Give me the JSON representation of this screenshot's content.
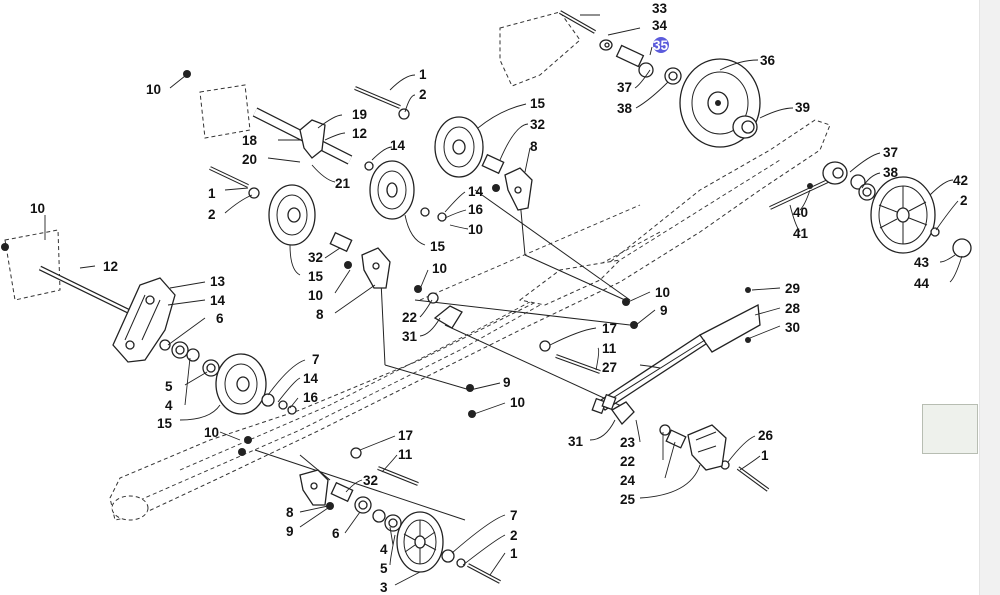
{
  "diagram": {
    "callouts": [
      {
        "id": "c33",
        "text": "33"
      },
      {
        "id": "c34",
        "text": "34"
      },
      {
        "id": "c35",
        "text": "35",
        "highlight": true
      },
      {
        "id": "c36",
        "text": "36"
      },
      {
        "id": "c37a",
        "text": "37"
      },
      {
        "id": "c38a",
        "text": "38"
      },
      {
        "id": "c10a",
        "text": "10"
      },
      {
        "id": "c1a",
        "text": "1"
      },
      {
        "id": "c2a",
        "text": "2"
      },
      {
        "id": "c19",
        "text": "19"
      },
      {
        "id": "c18",
        "text": "18"
      },
      {
        "id": "c12a",
        "text": "12"
      },
      {
        "id": "c20",
        "text": "20"
      },
      {
        "id": "c14a",
        "text": "14"
      },
      {
        "id": "c21",
        "text": "21"
      },
      {
        "id": "c15a",
        "text": "15"
      },
      {
        "id": "c32a",
        "text": "32"
      },
      {
        "id": "c8a",
        "text": "8"
      },
      {
        "id": "c39",
        "text": "39"
      },
      {
        "id": "c37b",
        "text": "37"
      },
      {
        "id": "c38b",
        "text": "38"
      },
      {
        "id": "c42",
        "text": "42"
      },
      {
        "id": "c2b",
        "text": "2"
      },
      {
        "id": "c40",
        "text": "40"
      },
      {
        "id": "c41",
        "text": "41"
      },
      {
        "id": "c43",
        "text": "43"
      },
      {
        "id": "c44",
        "text": "44"
      },
      {
        "id": "c1b",
        "text": "1"
      },
      {
        "id": "c2c",
        "text": "2"
      },
      {
        "id": "c14b",
        "text": "14"
      },
      {
        "id": "c16a",
        "text": "16"
      },
      {
        "id": "c10b",
        "text": "10"
      },
      {
        "id": "c15b",
        "text": "15"
      },
      {
        "id": "c32b",
        "text": "32"
      },
      {
        "id": "c15c",
        "text": "15"
      },
      {
        "id": "c10c",
        "text": "10"
      },
      {
        "id": "c8b",
        "text": "8"
      },
      {
        "id": "c10d",
        "text": "10"
      },
      {
        "id": "c12b",
        "text": "12"
      },
      {
        "id": "c13",
        "text": "13"
      },
      {
        "id": "c14c",
        "text": "14"
      },
      {
        "id": "c6a",
        "text": "6"
      },
      {
        "id": "c10e",
        "text": "10"
      },
      {
        "id": "c22a",
        "text": "22"
      },
      {
        "id": "c31a",
        "text": "31"
      },
      {
        "id": "c10f",
        "text": "10"
      },
      {
        "id": "c9a",
        "text": "9"
      },
      {
        "id": "c29",
        "text": "29"
      },
      {
        "id": "c28",
        "text": "28"
      },
      {
        "id": "c30",
        "text": "30"
      },
      {
        "id": "c17a",
        "text": "17"
      },
      {
        "id": "c11a",
        "text": "11"
      },
      {
        "id": "c27",
        "text": "27"
      },
      {
        "id": "c7a",
        "text": "7"
      },
      {
        "id": "c14d",
        "text": "14"
      },
      {
        "id": "c16b",
        "text": "16"
      },
      {
        "id": "c5a",
        "text": "5"
      },
      {
        "id": "c4a",
        "text": "4"
      },
      {
        "id": "c15d",
        "text": "15"
      },
      {
        "id": "c10g",
        "text": "10"
      },
      {
        "id": "c9b",
        "text": "9"
      },
      {
        "id": "c10h",
        "text": "10"
      },
      {
        "id": "c17b",
        "text": "17"
      },
      {
        "id": "c11b",
        "text": "11"
      },
      {
        "id": "c31b",
        "text": "31"
      },
      {
        "id": "c23",
        "text": "23"
      },
      {
        "id": "c22b",
        "text": "22"
      },
      {
        "id": "c24",
        "text": "24"
      },
      {
        "id": "c25",
        "text": "25"
      },
      {
        "id": "c26",
        "text": "26"
      },
      {
        "id": "c1c",
        "text": "1"
      },
      {
        "id": "c32c",
        "text": "32"
      },
      {
        "id": "c8c",
        "text": "8"
      },
      {
        "id": "c9c",
        "text": "9"
      },
      {
        "id": "c6b",
        "text": "6"
      },
      {
        "id": "c4b",
        "text": "4"
      },
      {
        "id": "c5b",
        "text": "5"
      },
      {
        "id": "c3",
        "text": "3"
      },
      {
        "id": "c7b",
        "text": "7"
      },
      {
        "id": "c2d",
        "text": "2"
      },
      {
        "id": "c1d",
        "text": "1"
      }
    ],
    "highlight_color": "#3f3fd6"
  }
}
